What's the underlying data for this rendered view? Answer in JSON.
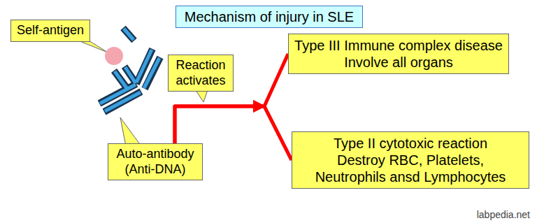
{
  "diagram": {
    "title": "Mechanism of injury in SLE",
    "nodes": [
      {
        "text": [
          "Self-antigen"
        ]
      },
      {
        "text": [
          "Auto-antibody (Anti-DNA)"
        ]
      },
      {
        "text": [
          "Reaction activates"
        ]
      },
      {
        "text": [
          "Type III Immune complex disease",
          "Involve all organs"
        ]
      },
      {
        "text": [
          "Type II cytotoxic reaction",
          "Destroy RBC, Platelets, Neutrophils ansd Lymphocytes"
        ]
      }
    ],
    "edges": [
      {
        "from": 1,
        "to": 3,
        "arrow": "to"
      },
      {
        "from": 1,
        "to": 4,
        "arrow": "to"
      }
    ],
    "labels": [
      "labpedia.net"
    ]
  }
}
